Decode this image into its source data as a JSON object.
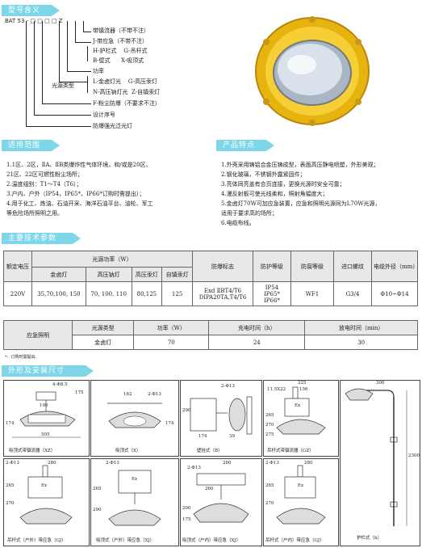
{
  "sections": {
    "model": "型号含义",
    "scope": "适用范围",
    "features": "产品特点",
    "params": "主要技术参数",
    "install": "外形及安装尺寸"
  },
  "model": {
    "code": "BAT 53 - □ □ □ □ Z",
    "lines": [
      "带镇流器（不带不注）",
      "J-带应急（不带不注）",
      "H-护栏式    G-吊杆式",
      "B-壁式      X-吸顶式",
      "功率",
      "L-金卤灯光    G-高压汞灯",
      "N-高压钠灯光  Z-自镇汞灯",
      "F-粉尘防爆（不要求不注）",
      "设计序号",
      "防爆强光泛光灯"
    ],
    "lightsource_label": "光源类型"
  },
  "scope": [
    "1.1区、2区，ⅡA、ⅡB类爆炸性气体环境，和/或是20区、",
    "21区、22区可燃性粉尘场所；",
    "2.温度组别：T1～T4（T6）；",
    "3.户内、户外（IP54，IP65*、IP66*订购时需提出）；",
    "4.用于化工、炼油、石油开采、海洋石油平台、油轮、军工",
    "等危险场所照明之用。"
  ],
  "features": [
    "1.外壳采用铸铝合金压铸成型，表面高压静电喷塑，外形美观；",
    "2.钢化玻璃，不锈钢外露紧固件；",
    "3.亮体同亮盖有合页连接，更换光源时安全可靠；",
    "4.漫反射板可使光线柔和，照射角幅度大；",
    "5.金卤灯70W可加应急装置，应急和照明光源同为L70W光源，",
    "适用于要求高的场所；",
    "6.电缆布线。"
  ],
  "table1": {
    "h_voltage": "额定电压",
    "h_power": "光源功率（W）",
    "h_sub": [
      "金卤灯",
      "高压钠灯",
      "高压汞灯",
      "自镇汞灯"
    ],
    "h_mark": "防爆标志",
    "h_ip": "防护等级",
    "h_corr": "防腐等级",
    "h_thread": "进口螺纹",
    "h_cable": "电缆外径（mm）",
    "row": {
      "voltage": "220V",
      "mh": "35,70,100, 150",
      "hps": "70, 100, 110",
      "hg": "80,125",
      "self": "125",
      "mark1": "Exd ⅡBT4/T6",
      "mark2": "DIPA20TA,T4/T6",
      "ip": [
        "IP54",
        "IP65*",
        "IP66*"
      ],
      "corr": "WF1",
      "thread": "G3/4",
      "cable": "Φ10~Φ14"
    }
  },
  "table2": {
    "label": "应急照明",
    "headers": [
      "光源类型",
      "功率（W）",
      "充电时间（h）",
      "放电时间（min）"
    ],
    "values": [
      "金卤灯",
      "70",
      "24",
      "30"
    ]
  },
  "note": "*：订购时需提出。",
  "drawings": {
    "row1": [
      {
        "caption": "吸顶式带镇流器（XZ）",
        "dims": [
          "4-Φ8.5",
          "190",
          "174",
          "505",
          "175"
        ]
      },
      {
        "caption": "吸顶式（X）",
        "dims": [
          "162",
          "2-Φ13",
          "174"
        ]
      },
      {
        "caption": "壁挂式（B）",
        "dims": [
          "2-Φ13",
          "290",
          "174",
          "39"
        ]
      },
      {
        "caption": "吊杆式带镇流器（GZ）",
        "dims": [
          "225",
          "156",
          "11.5X22",
          "Ex",
          "265",
          "270",
          "275"
        ]
      },
      {
        "caption": "护栏式（h）",
        "dims": [
          "300",
          "2300"
        ]
      }
    ],
    "row2": [
      {
        "caption": "吊杆式（户外）带应急（GJ）",
        "dims": [
          "2-Φ13",
          "280",
          "265",
          "270",
          "Ex"
        ]
      },
      {
        "caption": "吸顶式（户外）带应急（XJ）",
        "dims": [
          "2-Φ13",
          "265",
          "290",
          "Ex"
        ]
      },
      {
        "caption": "吸顶式（户内）带应急（XJ）",
        "dims": [
          "2-Φ13",
          "280",
          "260",
          "200",
          "175"
        ]
      },
      {
        "caption": "吊杆式（户内）带应急（GJ）",
        "dims": [
          "2-Φ13",
          "280",
          "265",
          "270",
          "Ex"
        ]
      }
    ]
  },
  "colors": {
    "section": "#7dd7e8",
    "lamp_body": "#f2c21a",
    "glass": "#cfd8e2"
  }
}
